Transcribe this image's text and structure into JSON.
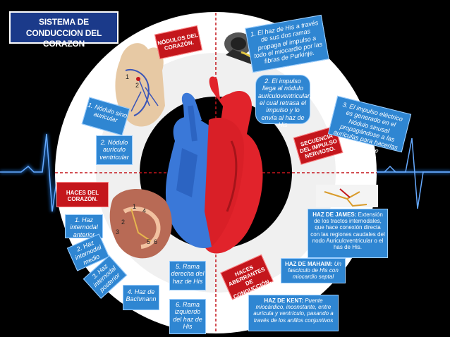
{
  "title": "SISTEMA DE CONDUCCION DEL CORAZON",
  "quadrant_labels": {
    "nodulos": "NÓDULOS DEL CORAZÓN.",
    "secuencia": "SECUENCIA DEL IMPULSO NERVIOSO.",
    "haces": "HACES DEL CORAZÓN.",
    "aberrantes": "HACES ABERRANTES DE CONDUCCIÓN."
  },
  "nodulos_items": {
    "sino": "1. Nódulo sino auricular",
    "auriculo": "2. Nódulo aurículo ventricular"
  },
  "secuencia_items": {
    "s1": "1. El haz de His a través de sus dos ramas propaga el impulso a todo el miocardio por las fibras de Purkinje.",
    "s2": "2. El impulso llega al nódulo auriculoventricular, el cual retrasa el impulso y lo envía al haz de His",
    "s3": "3. El impulso eléctrico es generado en el Nódulo sinusal propagándose a las aurículas para hacerlas contraerse"
  },
  "haces_items": {
    "h1": "1. Haz internodal anterior",
    "h2": "2. Haz internodal medio",
    "h3": "3. Haz internodal posterior",
    "h4": "4. Haz de Bachmann",
    "h5": "5. Rama derecha del haz de His",
    "h6": "6. Rama izquierdo del haz de His"
  },
  "aberrantes_items": {
    "james_label": "HAZ DE JAMES:",
    "james_text": "Extensión de los tractos internodales, que hace conexión directa con las regiones caudales del nodo Auriculoventricular o el has de His.",
    "mahaim_label": "HAZ DE MAHAIM:",
    "mahaim_text": "Un fascículo de His con miocardio septal",
    "kent_label": "HAZ DE KENT:",
    "kent_text": "Puente miocárdico, inconstante, entre aurícula y ventrículo, pasando a través de los anillos conjuntivos"
  },
  "diagram_numbers": {
    "n1a": "1",
    "n2a": "2",
    "n1b": "1",
    "n2b": "2",
    "n3b": "3",
    "n4b": "4",
    "n5b": "5",
    "n6b": "6"
  },
  "colors": {
    "background": "#000000",
    "ring": "#ffffff",
    "inner_circle": "#f2f2f2",
    "accent_blue": "#2f86d2",
    "accent_red": "#c4161c",
    "ecg_line": "#2a7fd8",
    "heart_red": "#e1232b",
    "heart_blue": "#3a78d8"
  },
  "icons": [
    "heart-illustration",
    "heart-conduction-diagram",
    "heart-section-diagram",
    "conduction-path-diagram",
    "mri-scanner-icon",
    "ecg-line"
  ]
}
